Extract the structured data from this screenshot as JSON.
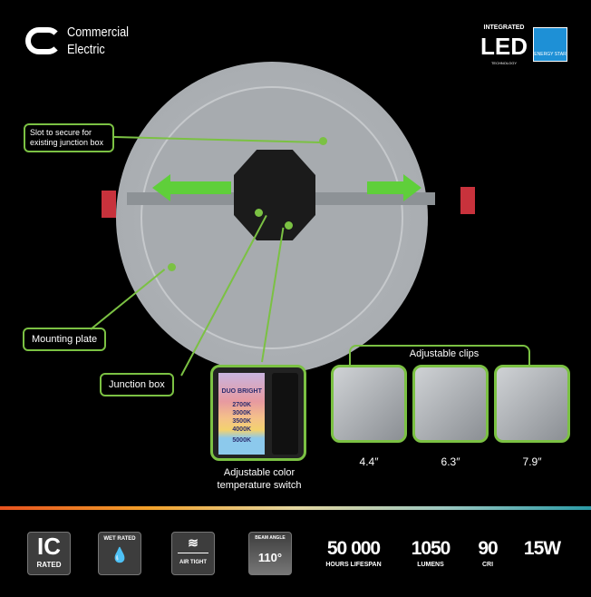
{
  "brand": {
    "line1": "Commercial",
    "line2": "Electric"
  },
  "led_logo": {
    "top": "INTEGRATED",
    "main": "LED",
    "bottom": "TECHNOLOGY"
  },
  "energy_star": {
    "label": "ENERGY STAR"
  },
  "callouts": {
    "slot": "Slot to secure for existing junction box",
    "mounting_plate": "Mounting plate",
    "junction_box": "Junction box",
    "adjustable_clips": "Adjustable clips"
  },
  "switch": {
    "title": "DUO BRIGHT",
    "temps": [
      "2700K",
      "3000K",
      "3500K",
      "4000K",
      "5000K"
    ],
    "caption_line1": "Adjustable color",
    "caption_line2": "temperature switch"
  },
  "clip_sizes": [
    "4.4″",
    "6.3″",
    "7.9″"
  ],
  "badges": {
    "ic_main": "IC",
    "ic_sub": "RATED",
    "wet": "WET RATED",
    "air": "AIR TIGHT",
    "beam_label": "BEAM ANGLE",
    "beam_value": "110°"
  },
  "stats": [
    {
      "value": "50 000",
      "unit": "HOURS LIFESPAN"
    },
    {
      "value": "1050",
      "unit": "LUMENS"
    },
    {
      "value": "90",
      "unit": "CRI"
    },
    {
      "value": "15W",
      "unit": ""
    }
  ],
  "colors": {
    "accent": "#7bc143",
    "arrow": "#5fcf3a",
    "clip": "#c8323c"
  }
}
